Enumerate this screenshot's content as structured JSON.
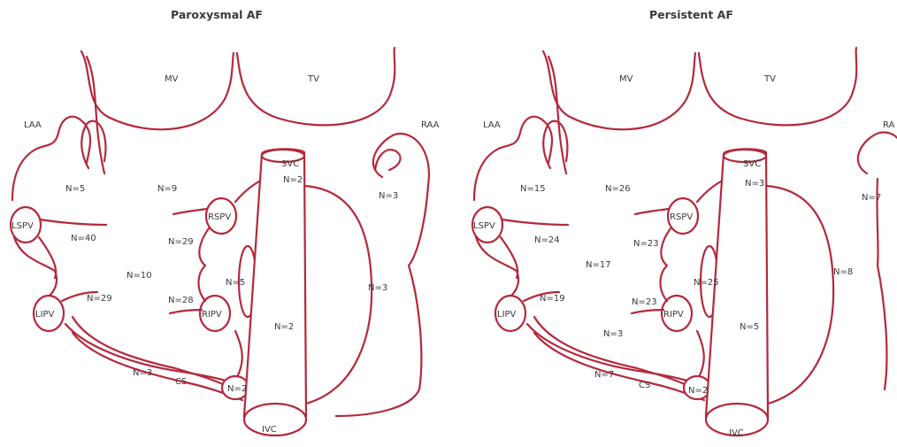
{
  "colors": {
    "outline": "#b5283c",
    "text": "#3a3a3a"
  },
  "panels": [
    {
      "title": "Paroxysmal AF",
      "structures": {
        "mv": "MV",
        "tv": "TV",
        "laa": "LAA",
        "raa": "RAA",
        "lspv": "LSPV",
        "lipv": "LIPV",
        "rspv": "RSPV",
        "ripv": "RIPV",
        "svc": "SVC",
        "ivc": "IVC",
        "cs": "CS"
      },
      "counts": {
        "laa_region": "N=5",
        "roof": "N=9",
        "lspv_region": "N=40",
        "rspv_region": "N=29",
        "posterior_wall": "N=10",
        "lipv_region": "N=29",
        "ripv_region": "N=28",
        "septal_oval": "N=5",
        "svc": "N=2",
        "ivc": "N=2",
        "raa_region": "N=3",
        "crista": "N=3",
        "cs_body": "N=3",
        "cs_ostium": "N=2"
      }
    },
    {
      "title": "Persistent AF",
      "structures": {
        "mv": "MV",
        "tv": "TV",
        "laa": "LAA",
        "raa": "RA",
        "lspv": "LSPV",
        "lipv": "LIPV",
        "rspv": "RSPV",
        "ripv": "RIPV",
        "svc": "SVC",
        "ivc": "IVC",
        "cs": "CS"
      },
      "counts": {
        "laa_region": "N=15",
        "roof": "N=26",
        "lspv_region": "N=24",
        "rspv_region": "N=23",
        "posterior_wall": "N=17",
        "lipv_region": "N=19",
        "ripv_region": "N=23",
        "inferior_la": "N=3",
        "septal_oval": "N=25",
        "svc": "N=3",
        "ivc": "N=5",
        "raa_region": "N=7",
        "crista": "N=8",
        "cs_body": "N=7",
        "cs_ostium": "N=2"
      }
    }
  ]
}
